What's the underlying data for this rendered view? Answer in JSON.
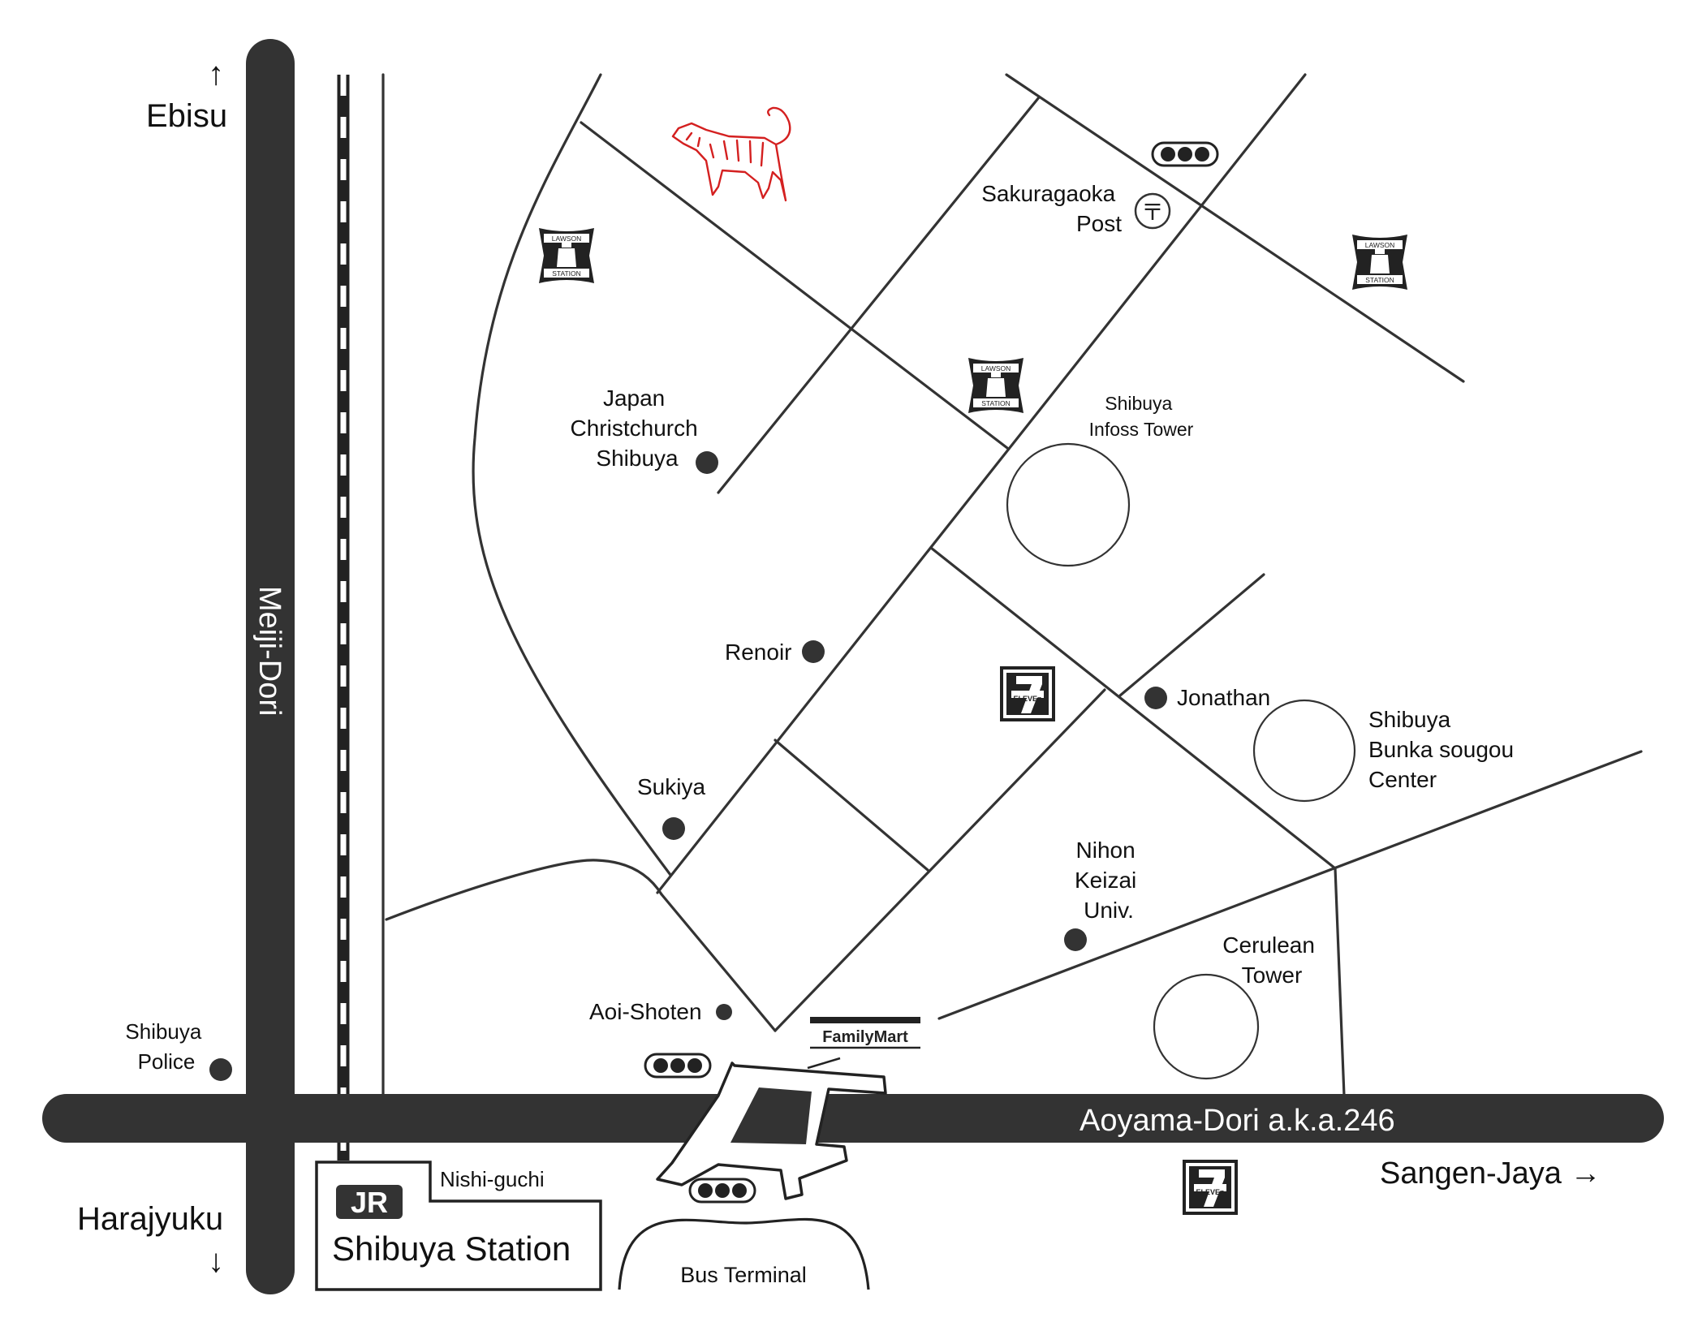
{
  "roads": {
    "meiji_dori": "Meiji-Dori",
    "aoyama_dori": "Aoyama-Dori a.k.a.246"
  },
  "directions": {
    "ebisu": {
      "label": "Ebisu",
      "arrow": "↑"
    },
    "harajyuku": {
      "label": "Harajyuku",
      "arrow": "↓"
    },
    "sangen_jaya": {
      "label": "Sangen-Jaya →"
    }
  },
  "places": {
    "sakuragaoka_post": [
      "Sakuragaoka",
      "Post"
    ],
    "japan_christchurch": [
      "Japan",
      "Christchurch",
      "Shibuya"
    ],
    "infoss_tower": [
      "Shibuya",
      "Infoss Tower"
    ],
    "renoir": "Renoir",
    "jonathan": "Jonathan",
    "bunka_center": [
      "Shibuya",
      "Bunka sougou",
      "Center"
    ],
    "sukiya": "Sukiya",
    "nihon_keizai": [
      "Nihon",
      "Keizai",
      "Univ."
    ],
    "cerulean_tower": [
      "Cerulean",
      "Tower"
    ],
    "aoi_shoten": "Aoi-Shoten",
    "shibuya_police": [
      "Shibuya",
      "Police"
    ],
    "familymart": "FamilyMart",
    "nishi_guchi": "Nishi-guchi",
    "jr_logo": "JR",
    "shibuya_station": "Shibuya Station",
    "bus_terminal": "Bus Terminal"
  },
  "icons": {
    "lawson": "lawson-station-icon",
    "seven_eleven": "seven-eleven-icon",
    "traffic_light": "traffic-light-icon",
    "post_office": "post-office-icon",
    "tiger": "tiger-icon"
  },
  "store_logos": {
    "lawson_top": "LAWSON",
    "lawson_bottom": "STATION",
    "seven_eleven_num": "7",
    "seven_eleven_word": "ELEVEn",
    "post_mark": "〒"
  },
  "colors": {
    "road": "#333333",
    "tiger": "#d42020",
    "ink": "#111111"
  }
}
